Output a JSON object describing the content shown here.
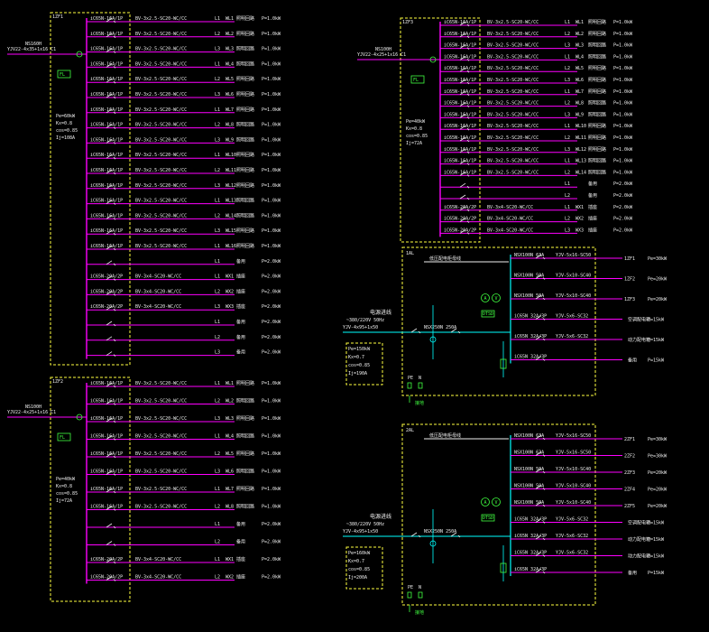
{
  "colors": {
    "background": "#000000",
    "feeder_line": "#ff00ff",
    "bus": "#ff00ff",
    "incoming": "#00ffff",
    "cabinet_border": "#ffff40",
    "text": "#f0f0f0",
    "meter": "#40ff40"
  },
  "panels": [
    {
      "id": "panel-1",
      "tag": "1ZF1",
      "incoming_cable": "YJV22-4x35+1x16 C1",
      "incoming_device": "NS160H",
      "spd_label": "FL",
      "params": [
        "Pe=60kW",
        "Kx=0.8",
        "cos=0.85",
        "Ij=108A"
      ],
      "feeders": [
        {
          "breaker": "iC65N-16A/1P",
          "cable": "BV-3x2.5-SC20-WC/CC",
          "phase": "L1",
          "circuit": "WL1",
          "load": "照明回路",
          "power": "P=1.0kW"
        },
        {
          "breaker": "iC65N-16A/1P",
          "cable": "BV-3x2.5-SC20-WC/CC",
          "phase": "L2",
          "circuit": "WL2",
          "load": "照明回路",
          "power": "P=1.0kW"
        },
        {
          "breaker": "iC65N-16A/1P",
          "cable": "BV-3x2.5-SC20-WC/CC",
          "phase": "L3",
          "circuit": "WL3",
          "load": "照明回路",
          "power": "P=1.0kW"
        },
        {
          "breaker": "iC65N-16A/1P",
          "cable": "BV-3x2.5-SC20-WC/CC",
          "phase": "L1",
          "circuit": "WL4",
          "load": "照明回路",
          "power": "P=1.0kW"
        },
        {
          "breaker": "iC65N-16A/1P",
          "cable": "BV-3x2.5-SC20-WC/CC",
          "phase": "L2",
          "circuit": "WL5",
          "load": "照明回路",
          "power": "P=1.0kW"
        },
        {
          "breaker": "iC65N-16A/1P",
          "cable": "BV-3x2.5-SC20-WC/CC",
          "phase": "L3",
          "circuit": "WL6",
          "load": "照明回路",
          "power": "P=1.0kW"
        },
        {
          "breaker": "iC65N-16A/1P",
          "cable": "BV-3x2.5-SC20-WC/CC",
          "phase": "L1",
          "circuit": "WL7",
          "load": "照明回路",
          "power": "P=1.0kW"
        },
        {
          "breaker": "iC65N-16A/1P",
          "cable": "BV-3x2.5-SC20-WC/CC",
          "phase": "L2",
          "circuit": "WL8",
          "load": "照明回路",
          "power": "P=1.0kW"
        },
        {
          "breaker": "iC65N-16A/1P",
          "cable": "BV-3x2.5-SC20-WC/CC",
          "phase": "L3",
          "circuit": "WL9",
          "load": "照明回路",
          "power": "P=1.0kW"
        },
        {
          "breaker": "iC65N-16A/1P",
          "cable": "BV-3x2.5-SC20-WC/CC",
          "phase": "L1",
          "circuit": "WL10",
          "load": "照明回路",
          "power": "P=1.0kW"
        },
        {
          "breaker": "iC65N-16A/1P",
          "cable": "BV-3x2.5-SC20-WC/CC",
          "phase": "L2",
          "circuit": "WL11",
          "load": "照明回路",
          "power": "P=1.0kW"
        },
        {
          "breaker": "iC65N-16A/1P",
          "cable": "BV-3x2.5-SC20-WC/CC",
          "phase": "L3",
          "circuit": "WL12",
          "load": "照明回路",
          "power": "P=1.0kW"
        },
        {
          "breaker": "iC65N-16A/1P",
          "cable": "BV-3x2.5-SC20-WC/CC",
          "phase": "L1",
          "circuit": "WL13",
          "load": "照明回路",
          "power": "P=1.0kW"
        },
        {
          "breaker": "iC65N-16A/1P",
          "cable": "BV-3x2.5-SC20-WC/CC",
          "phase": "L2",
          "circuit": "WL14",
          "load": "照明回路",
          "power": "P=1.0kW"
        },
        {
          "breaker": "iC65N-16A/1P",
          "cable": "BV-3x2.5-SC20-WC/CC",
          "phase": "L3",
          "circuit": "WL15",
          "load": "照明回路",
          "power": "P=1.0kW"
        },
        {
          "breaker": "iC65N-16A/1P",
          "cable": "BV-3x2.5-SC20-WC/CC",
          "phase": "L1",
          "circuit": "WL16",
          "load": "照明回路",
          "power": "P=1.0kW"
        },
        {
          "breaker": "",
          "cable": "",
          "phase": "L1",
          "circuit": "",
          "load": "备用",
          "power": "P=2.0kW"
        },
        {
          "breaker": "iC65N-20A/2P",
          "cable": "BV-3x4-SC20-WC/CC",
          "phase": "L1",
          "circuit": "WX1",
          "load": "插座",
          "power": "P=2.0kW"
        },
        {
          "breaker": "iC65N-20A/2P",
          "cable": "BV-3x4-SC20-WC/CC",
          "phase": "L2",
          "circuit": "WX2",
          "load": "插座",
          "power": "P=2.0kW"
        },
        {
          "breaker": "iC65N-20A/2P",
          "cable": "BV-3x4-SC20-WC/CC",
          "phase": "L3",
          "circuit": "WX3",
          "load": "插座",
          "power": "P=2.0kW"
        },
        {
          "breaker": "",
          "cable": "",
          "phase": "L1",
          "circuit": "",
          "load": "备用",
          "power": "P=2.0kW"
        },
        {
          "breaker": "",
          "cable": "",
          "phase": "L2",
          "circuit": "",
          "load": "备用",
          "power": "P=2.0kW"
        },
        {
          "breaker": "",
          "cable": "",
          "phase": "L3",
          "circuit": "",
          "load": "备用",
          "power": "P=2.0kW"
        }
      ]
    },
    {
      "id": "panel-2",
      "tag": "1ZF2",
      "incoming_cable": "YJV22-4x25+1x16 C1",
      "incoming_device": "NS100H",
      "spd_label": "FL",
      "params": [
        "Pe=40kW",
        "Kx=0.8",
        "cos=0.85",
        "Ij=72A"
      ],
      "feeders": [
        {
          "breaker": "iC65N-16A/1P",
          "cable": "BV-3x2.5-SC20-WC/CC",
          "phase": "L1",
          "circuit": "WL1",
          "load": "照明回路",
          "power": "P=1.0kW"
        },
        {
          "breaker": "iC65N-16A/1P",
          "cable": "BV-3x2.5-SC20-WC/CC",
          "phase": "L2",
          "circuit": "WL2",
          "load": "照明回路",
          "power": "P=1.0kW"
        },
        {
          "breaker": "iC65N-16A/1P",
          "cable": "BV-3x2.5-SC20-WC/CC",
          "phase": "L3",
          "circuit": "WL3",
          "load": "照明回路",
          "power": "P=1.0kW"
        },
        {
          "breaker": "iC65N-16A/1P",
          "cable": "BV-3x2.5-SC20-WC/CC",
          "phase": "L1",
          "circuit": "WL4",
          "load": "照明回路",
          "power": "P=1.0kW"
        },
        {
          "breaker": "iC65N-16A/1P",
          "cable": "BV-3x2.5-SC20-WC/CC",
          "phase": "L2",
          "circuit": "WL5",
          "load": "照明回路",
          "power": "P=1.0kW"
        },
        {
          "breaker": "iC65N-16A/1P",
          "cable": "BV-3x2.5-SC20-WC/CC",
          "phase": "L3",
          "circuit": "WL6",
          "load": "照明回路",
          "power": "P=1.0kW"
        },
        {
          "breaker": "iC65N-16A/1P",
          "cable": "BV-3x2.5-SC20-WC/CC",
          "phase": "L1",
          "circuit": "WL7",
          "load": "照明回路",
          "power": "P=1.0kW"
        },
        {
          "breaker": "iC65N-16A/1P",
          "cable": "BV-3x2.5-SC20-WC/CC",
          "phase": "L2",
          "circuit": "WL8",
          "load": "照明回路",
          "power": "P=1.0kW"
        },
        {
          "breaker": "",
          "cable": "",
          "phase": "L1",
          "circuit": "",
          "load": "备用",
          "power": "P=2.0kW"
        },
        {
          "breaker": "",
          "cable": "",
          "phase": "L2",
          "circuit": "",
          "load": "备用",
          "power": "P=2.0kW"
        },
        {
          "breaker": "iC65N-20A/2P",
          "cable": "BV-3x4-SC20-WC/CC",
          "phase": "L1",
          "circuit": "WX1",
          "load": "插座",
          "power": "P=2.0kW"
        },
        {
          "breaker": "iC65N-20A/2P",
          "cable": "BV-3x4-SC20-WC/CC",
          "phase": "L2",
          "circuit": "WX2",
          "load": "插座",
          "power": "P=2.0kW"
        }
      ]
    },
    {
      "id": "panel-3",
      "tag": "1ZF3",
      "incoming_cable": "YJV22-4x25+1x16 C1",
      "incoming_device": "NS100H",
      "spd_label": "FL",
      "params": [
        "Pe=40kW",
        "Kx=0.8",
        "cos=0.85",
        "Ij=72A"
      ],
      "feeders": [
        {
          "breaker": "iC65N-16A/1P",
          "cable": "BV-3x2.5-SC20-WC/CC",
          "phase": "L1",
          "circuit": "WL1",
          "load": "照明回路",
          "power": "P=1.0kW"
        },
        {
          "breaker": "iC65N-16A/1P",
          "cable": "BV-3x2.5-SC20-WC/CC",
          "phase": "L2",
          "circuit": "WL2",
          "load": "照明回路",
          "power": "P=1.0kW"
        },
        {
          "breaker": "iC65N-16A/1P",
          "cable": "BV-3x2.5-SC20-WC/CC",
          "phase": "L3",
          "circuit": "WL3",
          "load": "照明回路",
          "power": "P=1.0kW"
        },
        {
          "breaker": "iC65N-16A/1P",
          "cable": "BV-3x2.5-SC20-WC/CC",
          "phase": "L1",
          "circuit": "WL4",
          "load": "照明回路",
          "power": "P=1.0kW"
        },
        {
          "breaker": "iC65N-16A/1P",
          "cable": "BV-3x2.5-SC20-WC/CC",
          "phase": "L2",
          "circuit": "WL5",
          "load": "照明回路",
          "power": "P=1.0kW"
        },
        {
          "breaker": "iC65N-16A/1P",
          "cable": "BV-3x2.5-SC20-WC/CC",
          "phase": "L3",
          "circuit": "WL6",
          "load": "照明回路",
          "power": "P=1.0kW"
        },
        {
          "breaker": "iC65N-16A/1P",
          "cable": "BV-3x2.5-SC20-WC/CC",
          "phase": "L1",
          "circuit": "WL7",
          "load": "照明回路",
          "power": "P=1.0kW"
        },
        {
          "breaker": "iC65N-16A/1P",
          "cable": "BV-3x2.5-SC20-WC/CC",
          "phase": "L2",
          "circuit": "WL8",
          "load": "照明回路",
          "power": "P=1.0kW"
        },
        {
          "breaker": "iC65N-16A/1P",
          "cable": "BV-3x2.5-SC20-WC/CC",
          "phase": "L3",
          "circuit": "WL9",
          "load": "照明回路",
          "power": "P=1.0kW"
        },
        {
          "breaker": "iC65N-16A/1P",
          "cable": "BV-3x2.5-SC20-WC/CC",
          "phase": "L1",
          "circuit": "WL10",
          "load": "照明回路",
          "power": "P=1.0kW"
        },
        {
          "breaker": "iC65N-16A/1P",
          "cable": "BV-3x2.5-SC20-WC/CC",
          "phase": "L2",
          "circuit": "WL11",
          "load": "照明回路",
          "power": "P=1.0kW"
        },
        {
          "breaker": "iC65N-16A/1P",
          "cable": "BV-3x2.5-SC20-WC/CC",
          "phase": "L3",
          "circuit": "WL12",
          "load": "照明回路",
          "power": "P=1.0kW"
        },
        {
          "breaker": "iC65N-16A/1P",
          "cable": "BV-3x2.5-SC20-WC/CC",
          "phase": "L1",
          "circuit": "WL13",
          "load": "照明回路",
          "power": "P=1.0kW"
        },
        {
          "breaker": "iC65N-16A/1P",
          "cable": "BV-3x2.5-SC20-WC/CC",
          "phase": "L2",
          "circuit": "WL14",
          "load": "照明回路",
          "power": "P=1.0kW"
        },
        {
          "breaker": "",
          "cable": "",
          "phase": "L1",
          "circuit": "",
          "load": "备用",
          "power": "P=2.0kW"
        },
        {
          "breaker": "",
          "cable": "",
          "phase": "L2",
          "circuit": "",
          "load": "备用",
          "power": "P=2.0kW"
        },
        {
          "breaker": "iC65N-20A/2P",
          "cable": "BV-3x4-SC20-WC/CC",
          "phase": "L1",
          "circuit": "WX1",
          "load": "插座",
          "power": "P=2.0kW"
        },
        {
          "breaker": "iC65N-20A/2P",
          "cable": "BV-3x4-SC20-WC/CC",
          "phase": "L2",
          "circuit": "WX2",
          "load": "插座",
          "power": "P=2.0kW"
        },
        {
          "breaker": "iC65N-20A/2P",
          "cable": "BV-3x4-SC20-WC/CC",
          "phase": "L3",
          "circuit": "WX3",
          "load": "插座",
          "power": "P=2.0kW"
        }
      ]
    }
  ],
  "cabinets": [
    {
      "id": "cab-1",
      "tag": "1AL",
      "bus_label": "低压配电柜母线",
      "incoming_title": "电源进线",
      "incoming_spec": "~380/220V 50Hz",
      "incoming_cable": "YJV-4x95+1x50",
      "main_breaker": "NSX250N 250A",
      "meter_labels": [
        "A",
        "V"
      ],
      "meter_box": "DTSD",
      "params": [
        "Pe=150kW",
        "Kx=0.7",
        "cos=0.85",
        "Ij=190A"
      ],
      "pe_label": "PE",
      "n_label": "N",
      "ground_label": "接地",
      "outgoing": [
        {
          "breaker": "NSX100N 63A",
          "cable": "YJV-5x16-SC50",
          "circuit": "1ZF1",
          "power": "Pe=30kW"
        },
        {
          "breaker": "NSX100N 50A",
          "cable": "YJV-5x10-SC40",
          "circuit": "1ZF2",
          "power": "Pe=20kW"
        },
        {
          "breaker": "NSX100N 50A",
          "cable": "YJV-5x10-SC40",
          "circuit": "1ZF3",
          "power": "Pe=20kW"
        },
        {
          "breaker": "iC65N 32A/3P",
          "cable": "YJV-5x6-SC32",
          "circuit": "",
          "load": "空调配电箱",
          "power": "P=15kW"
        },
        {
          "breaker": "iC65N 32A/3P",
          "cable": "YJV-5x6-SC32",
          "circuit": "",
          "load": "动力配电箱",
          "power": "P=15kW"
        },
        {
          "breaker": "iC65N 32A/3P",
          "cable": "",
          "circuit": "",
          "load": "备用",
          "power": "P=15kW"
        }
      ]
    },
    {
      "id": "cab-2",
      "tag": "2AL",
      "bus_label": "低压配电柜母线",
      "incoming_title": "电源进线",
      "incoming_spec": "~380/220V 50Hz",
      "incoming_cable": "YJV-4x95+1x50",
      "main_breaker": "NSX250N 250A",
      "meter_labels": [
        "A",
        "V"
      ],
      "meter_box": "DTSD",
      "params": [
        "Pe=160kW",
        "Kx=0.7",
        "cos=0.85",
        "Ij=200A"
      ],
      "pe_label": "PE",
      "n_label": "N",
      "ground_label": "接地",
      "outgoing": [
        {
          "breaker": "NSX100N 63A",
          "cable": "YJV-5x16-SC50",
          "circuit": "2ZF1",
          "power": "Pe=30kW"
        },
        {
          "breaker": "NSX100N 63A",
          "cable": "YJV-5x16-SC50",
          "circuit": "2ZF2",
          "power": "Pe=30kW"
        },
        {
          "breaker": "NSX100N 50A",
          "cable": "YJV-5x10-SC40",
          "circuit": "2ZF3",
          "power": "Pe=20kW"
        },
        {
          "breaker": "NSX100N 50A",
          "cable": "YJV-5x10-SC40",
          "circuit": "2ZF4",
          "power": "Pe=20kW"
        },
        {
          "breaker": "NSX100N 50A",
          "cable": "YJV-5x10-SC40",
          "circuit": "2ZF5",
          "power": "Pe=20kW"
        },
        {
          "breaker": "iC65N 32A/3P",
          "cable": "YJV-5x6-SC32",
          "circuit": "",
          "load": "空调配电箱",
          "power": "P=15kW"
        },
        {
          "breaker": "iC65N 32A/3P",
          "cable": "YJV-5x6-SC32",
          "circuit": "",
          "load": "动力配电箱",
          "power": "P=15kW"
        },
        {
          "breaker": "iC65N 32A/3P",
          "cable": "YJV-5x6-SC32",
          "circuit": "",
          "load": "动力配电箱",
          "power": "P=15kW"
        },
        {
          "breaker": "iC65N 32A/3P",
          "cable": "",
          "circuit": "",
          "load": "备用",
          "power": "P=15kW"
        }
      ]
    }
  ]
}
